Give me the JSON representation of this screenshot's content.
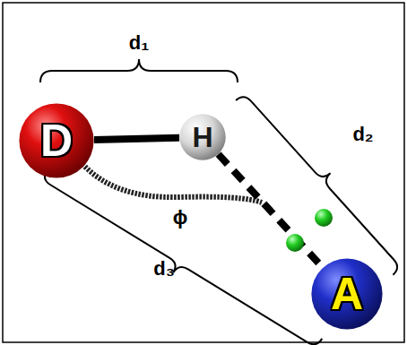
{
  "diagram": {
    "nodes": [
      {
        "text": [
          "D"
        ]
      },
      {
        "text": [
          "H"
        ]
      },
      {
        "text": [
          "A"
        ]
      }
    ],
    "edges": [
      {
        "from": 0,
        "to": 1,
        "arrow": "none"
      },
      {
        "from": 1,
        "to": 2,
        "arrow": "none"
      }
    ],
    "labels": [
      "d₁",
      "d₂",
      "d₃",
      "ϕ"
    ]
  }
}
